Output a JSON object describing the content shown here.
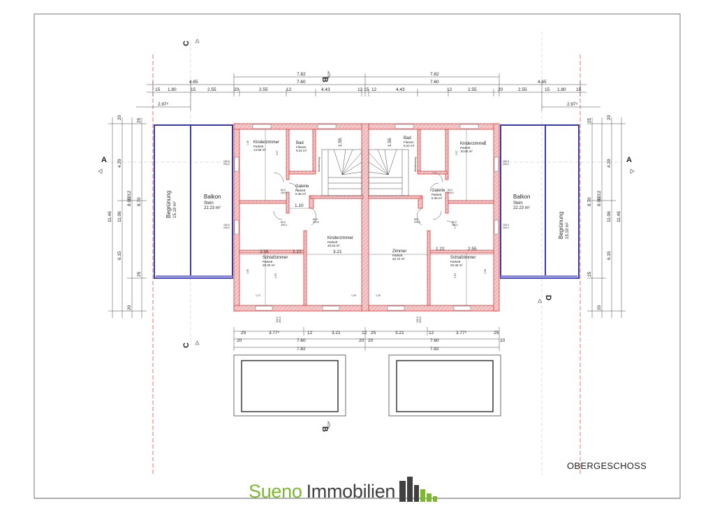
{
  "drawing": {
    "title": "OBERGESCHOSS",
    "sections": {
      "a": "A",
      "b": "B",
      "c": "C",
      "d": "D"
    },
    "rooms": {
      "kinder_tl": {
        "name": "Kinderzimmer",
        "floor": "Parkett",
        "area": "13.90 m²"
      },
      "bad_l": {
        "name": "Bad",
        "floor": "Fliesen",
        "area": "9.24 m²"
      },
      "galerie_l": {
        "name": "Galerie",
        "floor": "Parkett",
        "area": "5.35 m²"
      },
      "kinder_cl": {
        "name": "Kinderzimmer",
        "floor": "Parkett",
        "area": "20.04 m²"
      },
      "schlaf_l": {
        "name": "Schlafzimmer",
        "floor": "Parkett",
        "area": "20.30 m²"
      },
      "balkon_l": {
        "name": "Balkon",
        "floor": "Stein",
        "area": "22.23 m²"
      },
      "begr_l": {
        "name": "Begrünung",
        "area": "15.19 m²"
      },
      "kinder_tr": {
        "name": "Kinderzimmer",
        "floor": "Parkett",
        "area": "10.80 m²"
      },
      "bad_r": {
        "name": "Bad",
        "floor": "Fliesen",
        "area": "9.24 m²"
      },
      "galerie_r": {
        "name": "Galerie",
        "floor": "Parkett",
        "area": "5.35 m²"
      },
      "zimmer_r": {
        "name": "Zimmer",
        "floor": "Parkett",
        "area": "20.72 m²"
      },
      "schlaf_r": {
        "name": "Schlafzimmer",
        "floor": "Parkett",
        "area": "20.36 m²"
      },
      "balkon_r": {
        "name": "Balkon",
        "floor": "Stein",
        "area": "22.23 m²"
      },
      "begr_r": {
        "name": "Begrünung",
        "area": "15.19 m²"
      }
    },
    "dims": {
      "top1_l": "7.82",
      "top1_r": "7.82",
      "top2_l": "4.65",
      "top2_ml": "7.60",
      "top2_mr": "7.60",
      "top2_r": "4.65",
      "top3": [
        "15",
        "1.80",
        "15",
        "2.55",
        "20",
        "2.55",
        "12",
        "4.43",
        "12",
        "15",
        "12",
        "4.43",
        "12",
        "2.55",
        "20",
        "2.55",
        "15",
        "1.80",
        "15"
      ],
      "ext_l": "2.97⁵",
      "ext_r": "2.97⁵",
      "side_l": [
        "11.46",
        "11.06",
        "8.90",
        "8.70",
        "4.29",
        "6.15",
        "20",
        "12",
        "12",
        "25",
        "25",
        "20"
      ],
      "side_r": [
        "8.70",
        "8.90",
        "11.06",
        "11.46",
        "4.29",
        "6.15",
        "20",
        "12",
        "12",
        "25",
        "25",
        "20"
      ],
      "bot1_l": "3.77⁵",
      "bot1_ml": "3.21",
      "bot1_mr": "3.21",
      "bot1_r": "3.77⁵",
      "bot1_small": [
        "25",
        "12",
        "12",
        "25",
        "12",
        "25"
      ],
      "bot2_l": "7.60",
      "bot2_r": "7.60",
      "bot2_small": [
        "20",
        "20",
        "20",
        "20"
      ],
      "bot3_l": "7.82",
      "bot3_r": "7.82",
      "inner": [
        "1.10",
        "1.22",
        "2.55",
        "3.21",
        "1.22",
        "2.55",
        "1.55",
        "1.55",
        "2.07",
        "2.07",
        "4.93",
        "4.93",
        "1.40",
        "1.40",
        "4.35",
        "4.35",
        "1.25",
        "1.72",
        "1.25"
      ],
      "door_l": [
        "80,0",
        "200,0",
        "80,0",
        "200,0",
        "80,0",
        "200,8",
        "100,0",
        "200,0",
        "100,0",
        "200,0",
        "100,0",
        "200,0"
      ],
      "door_r": [
        "80,0",
        "200,0",
        "80,0",
        "200,0",
        "80,0",
        "200,8",
        "100,0",
        "200,0",
        "100,0",
        "200,0",
        "100,0",
        "200,0"
      ],
      "stair": [
        "Wandheizung"
      ]
    }
  },
  "logo": {
    "word1": "Sueno",
    "word2": "Immobilien"
  },
  "colors": {
    "wall": "#f2c1c1",
    "wall_line": "#d63b3b",
    "balcony": "#3838a8",
    "red_axis": "#e53935",
    "green": "#7cb82f",
    "grey": "#3f3f3f"
  }
}
